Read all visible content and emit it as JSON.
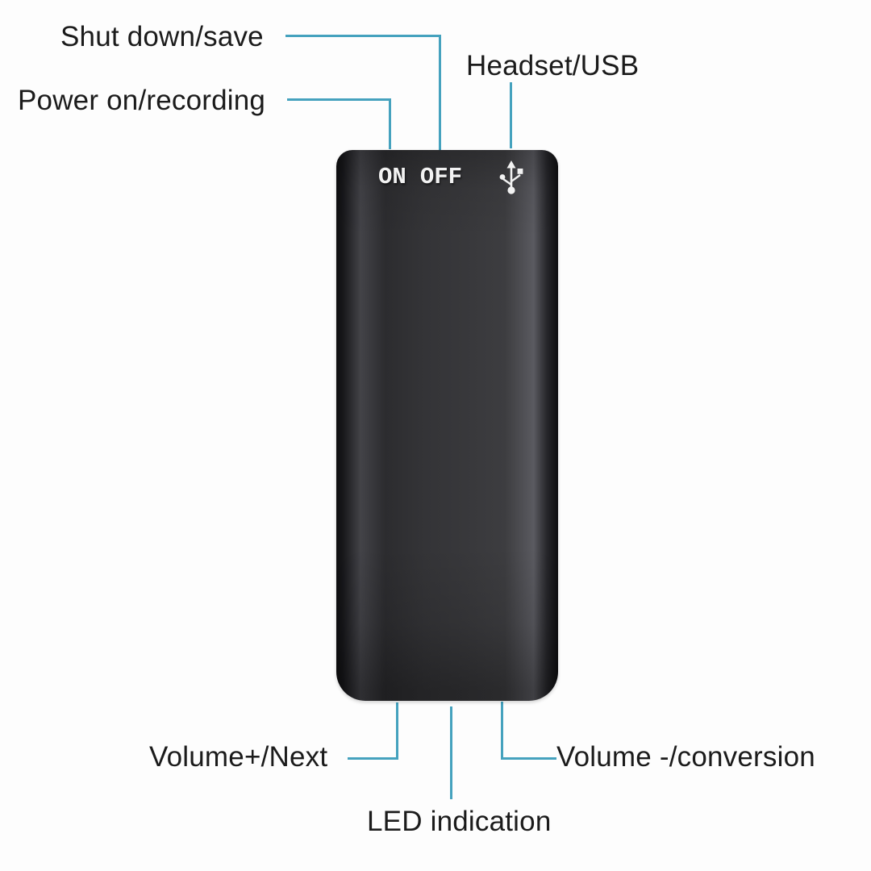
{
  "page": {
    "background": "#fdfdfd"
  },
  "colors": {
    "callout_line": "#45a2be",
    "label_text": "#1b1b1b",
    "device_marking": "#f2f2f2",
    "device_body_dark": "#0e0e10",
    "device_body_mid": "#38383b",
    "device_body_highlight": "#5a5a60"
  },
  "device": {
    "type": "mini-voice-recorder",
    "on_label": "ON",
    "off_label": "OFF",
    "usb_icon": "usb-trident-icon"
  },
  "callouts": {
    "shut_down": {
      "label": "Shut down/save"
    },
    "power_on": {
      "label": "Power on/recording"
    },
    "headset_usb": {
      "label": "Headset/USB"
    },
    "volume_plus": {
      "label": "Volume+/Next"
    },
    "volume_minus": {
      "label": "Volume -/conversion"
    },
    "led": {
      "label": "LED indication"
    }
  }
}
